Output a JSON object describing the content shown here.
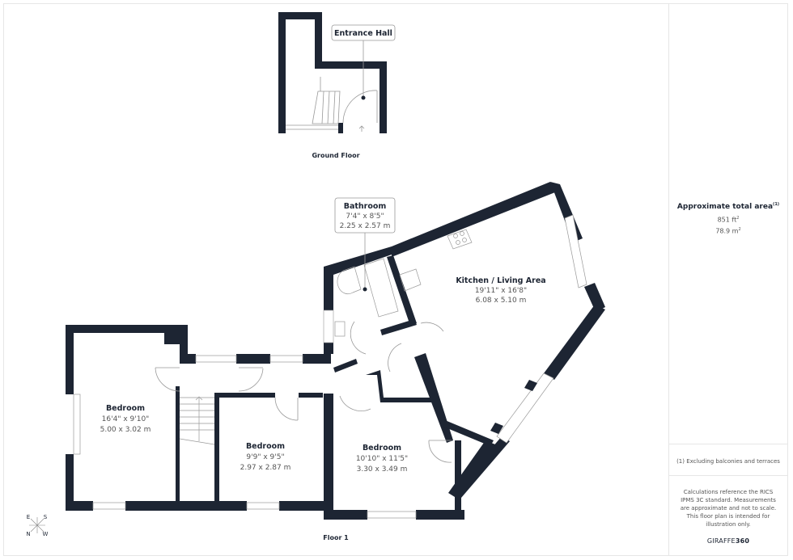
{
  "colors": {
    "wall": "#1d2533",
    "text_primary": "#1d2533",
    "text_secondary": "#555555",
    "frame_border": "#e6e6e6"
  },
  "ground_floor": {
    "label": "Ground Floor",
    "rooms": [
      {
        "name": "Entrance Hall"
      }
    ]
  },
  "floor_1": {
    "label": "Floor 1",
    "rooms": [
      {
        "name": "Bathroom",
        "imperial": "7'4\" x 8'5\"",
        "metric": "2.25 x 2.57 m"
      },
      {
        "name": "Kitchen / Living Area",
        "imperial": "19'11\" x 16'8\"",
        "metric": "6.08 x 5.10 m"
      },
      {
        "name": "Bedroom",
        "imperial": "16'4\" x 9'10\"",
        "metric": "5.00 x 3.02 m"
      },
      {
        "name": "Bedroom",
        "imperial": "9'9\" x 9'5\"",
        "metric": "2.97 x 2.87 m"
      },
      {
        "name": "Bedroom",
        "imperial": "10'10\" x 11'5\"",
        "metric": "3.30 x 3.49 m"
      }
    ]
  },
  "compass": {
    "e": "E",
    "s": "S",
    "n": "N",
    "w": "W"
  },
  "summary": {
    "title": "Approximate total area",
    "title_note": "(1)",
    "area_ft": "851 ft",
    "area_ft_sup": "2",
    "area_m": "78.9 m",
    "area_m_sup": "2",
    "footnote": "(1) Excluding balconies and terraces",
    "disclaimer": "Calculations reference the RICS IPMS 3C standard. Measurements are approximate and not to scale. This floor plan is intended for illustration only.",
    "brand_light": "GIRAFFE",
    "brand_bold": "360"
  }
}
